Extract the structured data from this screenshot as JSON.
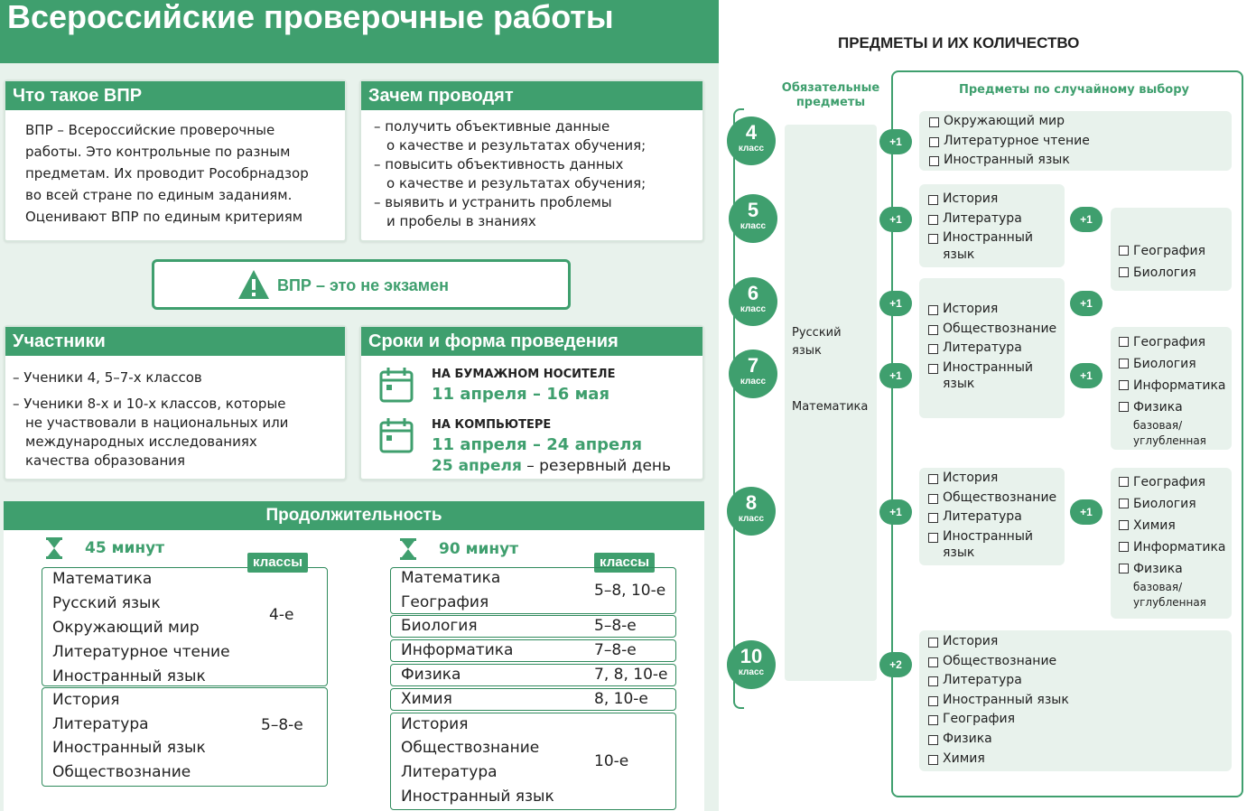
{
  "title": "Всероссийские проверочные работы",
  "what": {
    "heading": "Что такое ВПР",
    "lines": [
      "ВПР – Всероссийские проверочные",
      "работы. Это контрольные по разным",
      "предметам. Их проводит Рособрнадзор",
      "во всей стране по единым заданиям.",
      "Оценивают ВПР по единым критериям"
    ]
  },
  "why": {
    "heading": "Зачем проводят",
    "lines": [
      "– получить объективные данные",
      "о качестве и результатах обучения;",
      "– повысить объективность данных",
      "о качестве и результатах обучения;",
      "– выявить и устранить проблемы",
      "и пробелы в знаниях"
    ]
  },
  "notexam": "ВПР – это не экзамен",
  "participants": {
    "heading": "Участники",
    "lines": [
      "– Ученики 4, 5–7-х классов",
      "– Ученики 8-х и 10-х классов, которые",
      "не участвовали в национальных или",
      "международных исследованиях",
      "качества образования"
    ]
  },
  "schedule": {
    "heading": "Сроки и форма проведения",
    "paper_label": "НА БУМАЖНОМ НОСИТЕЛЕ",
    "paper_dates": "11 апреля – 16 мая",
    "computer_label": "НА КОМПЬЮТЕРЕ",
    "computer_dates": "11 апреля – 24 апреля",
    "reserve_date": "25 апреля",
    "reserve_text": " – резервный день"
  },
  "duration": {
    "heading": "Продолжительность",
    "d45": "45 минут",
    "d90": "90 минут",
    "classes_label": "классы",
    "t45_group1": [
      "Математика",
      "Русский язык",
      "Окружающий мир",
      "Литературное чтение",
      "Иностранный язык"
    ],
    "t45_group1_classes": "4-е",
    "t45_group2": [
      "История",
      "Литература",
      "Иностранный язык",
      "Обществознание"
    ],
    "t45_group2_classes": "5–8-е",
    "t90_group1": [
      "Математика",
      "География"
    ],
    "t90_group1_classes": "5–8, 10-е",
    "t90_rows": [
      {
        "subject": "Биология",
        "classes": "5–8-е"
      },
      {
        "subject": "Информатика",
        "classes": "7–8-е"
      },
      {
        "subject": "Физика",
        "classes": "7, 8, 10-е"
      },
      {
        "subject": "Химия",
        "classes": "8, 10-е"
      }
    ],
    "t90_group2": [
      "История",
      "Обществознание",
      "Литература",
      "Иностранный язык"
    ],
    "t90_group2_classes": "10-е"
  },
  "right": {
    "heading": "ПРЕДМЕТЫ И ИХ КОЛИЧЕСТВО",
    "mandatory_label1": "Обязательные",
    "mandatory_label2": "предметы",
    "random_label": "Предметы по случайному выбору",
    "mandatory_subj1a": "Русский",
    "mandatory_subj1b": "язык",
    "mandatory_subj2": "Математика",
    "klass": "класс",
    "grades": [
      "4",
      "5",
      "6",
      "7",
      "8",
      "10"
    ],
    "plus1": "+1",
    "plus2": "+2",
    "g4": [
      "Окружающий мир",
      "Литературное чтение",
      "Иностранный язык"
    ],
    "g5": [
      "История",
      "Литература",
      "Иностранный"
    ],
    "g5_tail": "язык",
    "g5b": [
      "География",
      "Биология"
    ],
    "g67": [
      "История",
      "Обществознание",
      "Литература",
      "Иностранный"
    ],
    "g67_tail": "язык",
    "g67b": [
      "География",
      "Биология",
      "Информатика",
      "Физика"
    ],
    "fiz_tail1": "базовая/",
    "fiz_tail2": "углубленная",
    "g8": [
      "История",
      "Обществознание",
      "Литература",
      "Иностранный"
    ],
    "g8_tail": "язык",
    "g8b": [
      "География",
      "Биология",
      "Химия",
      "Информатика",
      "Физика"
    ],
    "g10": [
      "История",
      "Обществознание",
      "Литература",
      "Иностранный язык",
      "География",
      "Физика",
      "Химия"
    ]
  },
  "colors": {
    "green": "#3f9f6e",
    "light": "#e8f2ec"
  },
  "icons": [
    "warning-icon",
    "calendar-icon",
    "hourglass-icon"
  ]
}
